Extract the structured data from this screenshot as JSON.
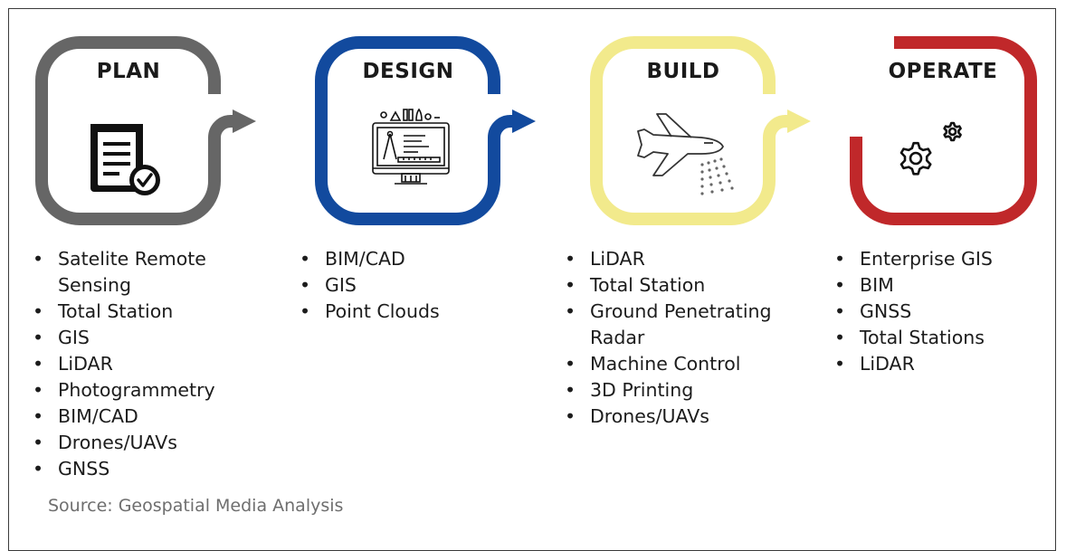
{
  "stages": [
    {
      "id": "plan",
      "title": "PLAN",
      "color": "#666666",
      "icon": "document-check-icon",
      "items": [
        "Satelite Remote Sensing",
        "Total Station",
        "GIS",
        "LiDAR",
        "Photogrammetry",
        "BIM/CAD",
        "Drones/UAVs",
        "GNSS"
      ]
    },
    {
      "id": "design",
      "title": "DESIGN",
      "color": "#124a9e",
      "icon": "design-monitor-icon",
      "items": [
        "BIM/CAD",
        "GIS",
        "Point Clouds"
      ]
    },
    {
      "id": "build",
      "title": "BUILD",
      "color": "#f2ea8c",
      "icon": "crop-duster-plane-icon",
      "items": [
        "LiDAR",
        "Total Station",
        "Ground Penetrating Radar",
        "Machine Control",
        "3D Printing",
        "Drones/UAVs"
      ]
    },
    {
      "id": "operate",
      "title": "OPERATE",
      "color": "#c0282a",
      "icon": "gears-icon",
      "items": [
        "Enterprise GIS",
        "BIM",
        "GNSS",
        "Total Stations",
        "LiDAR"
      ]
    }
  ],
  "source": "Source: Geospatial Media Analysis"
}
